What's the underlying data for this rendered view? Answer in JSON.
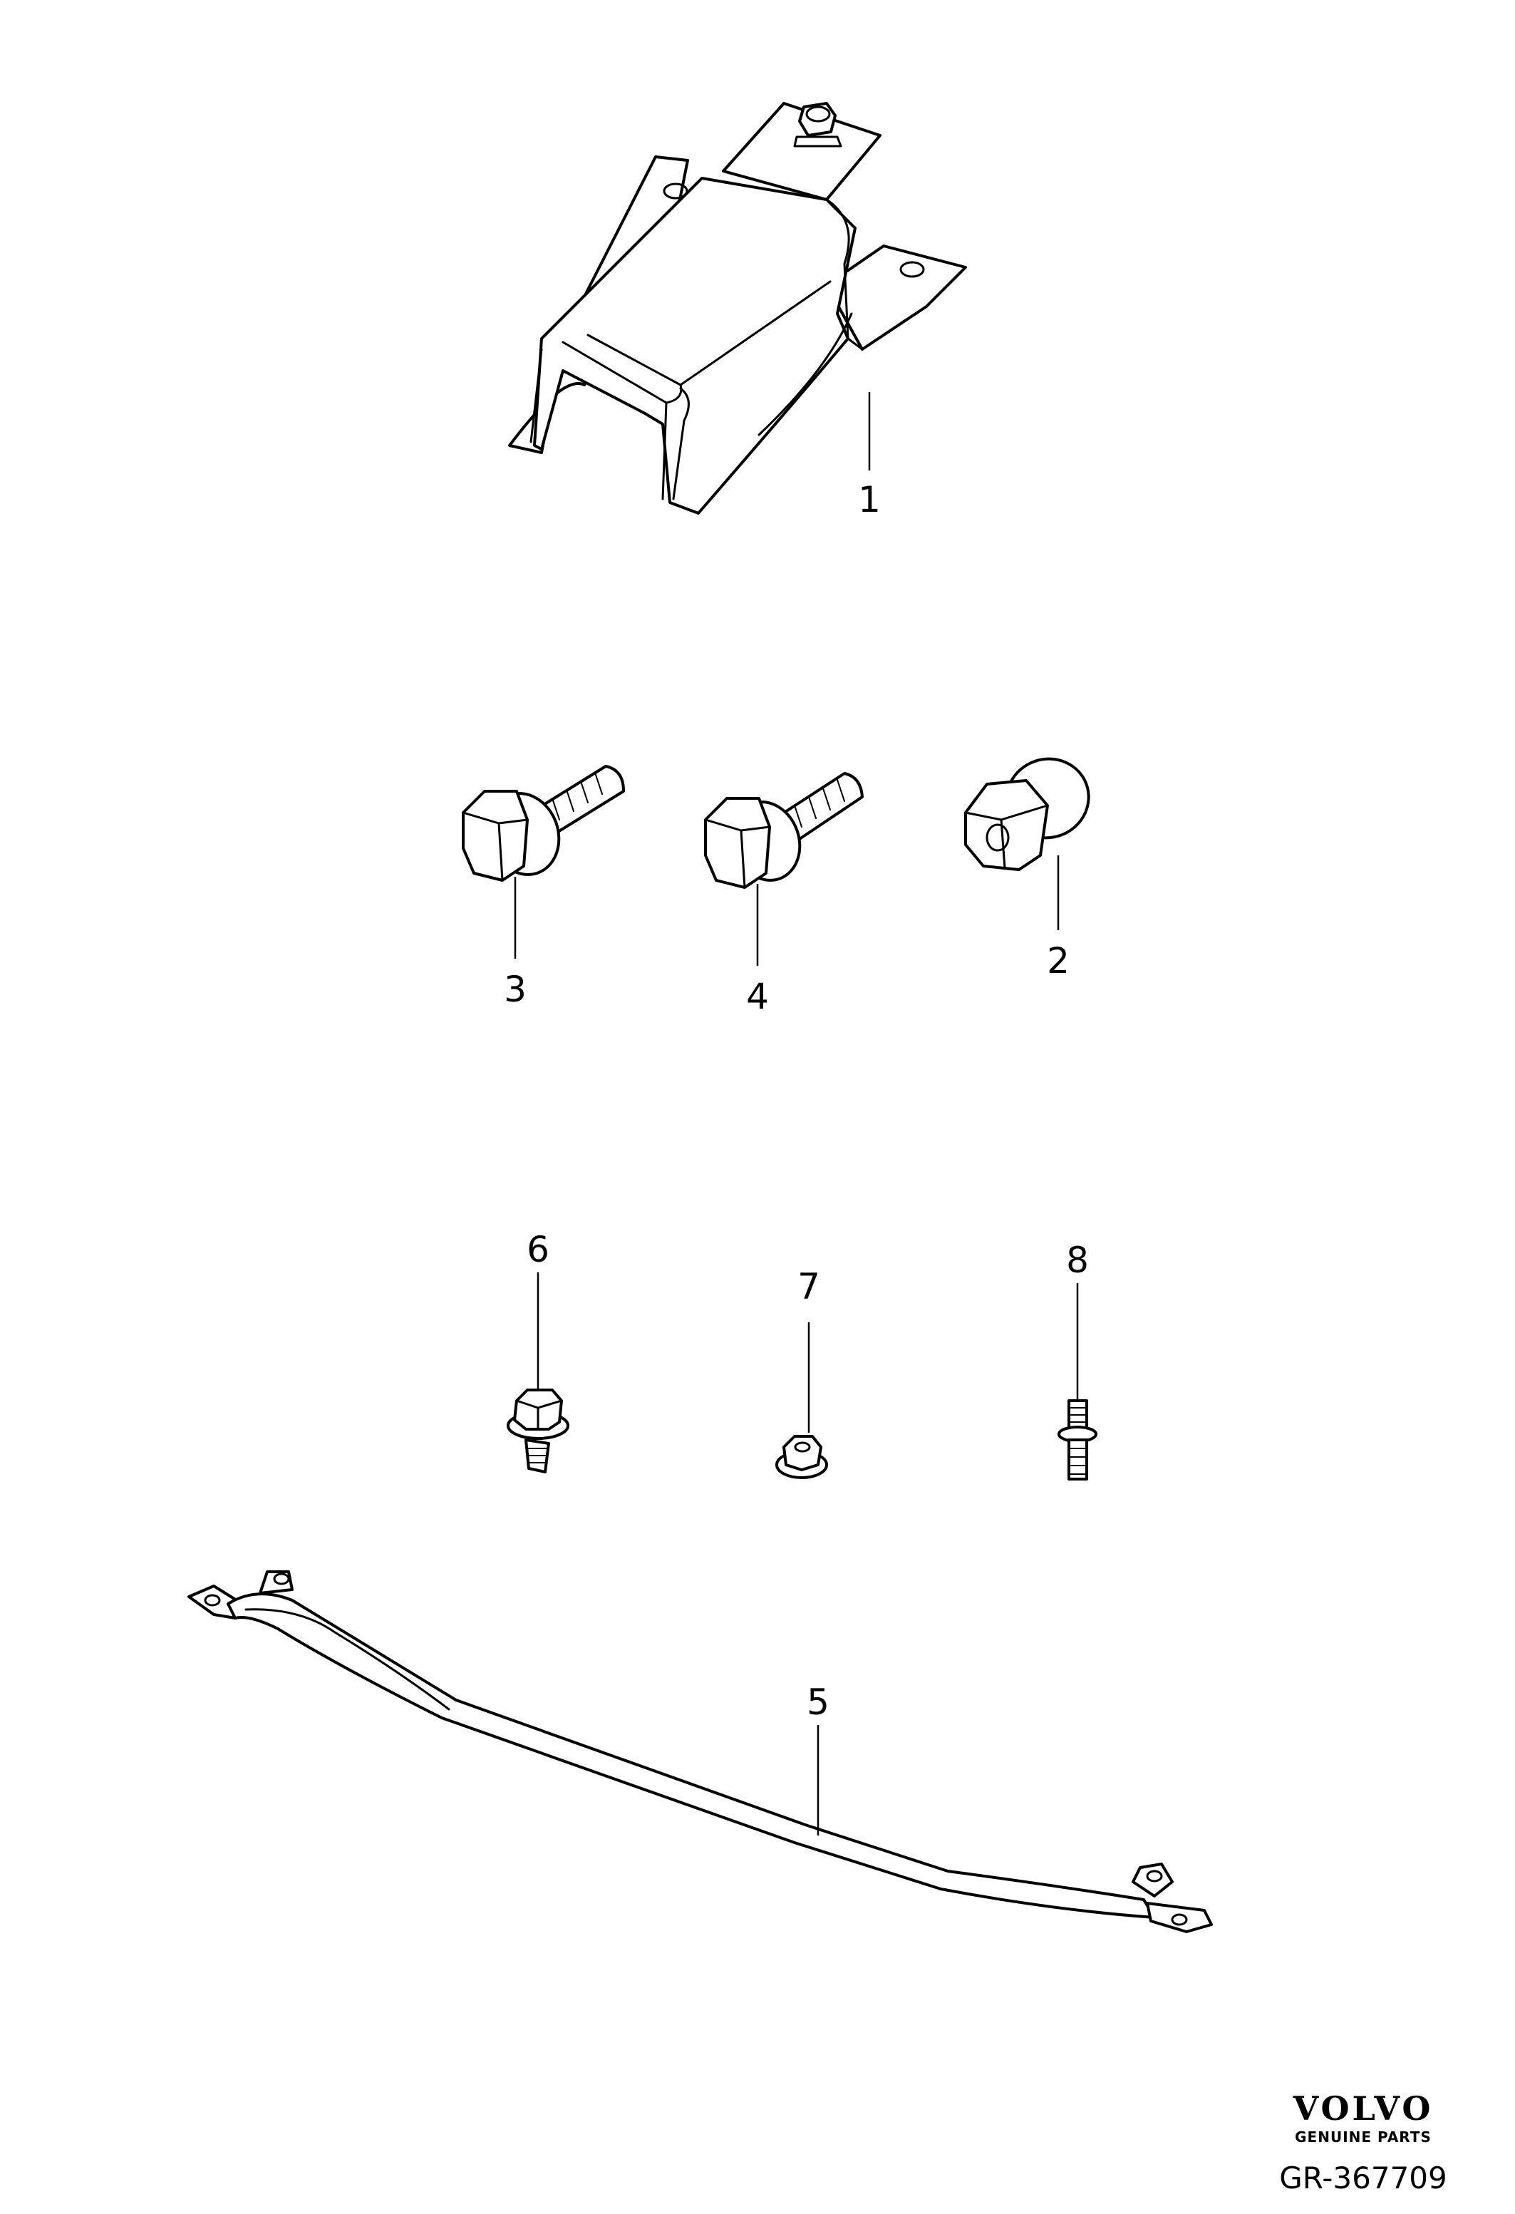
{
  "callouts": {
    "p1": "1",
    "p2": "2",
    "p3": "3",
    "p4": "4",
    "p5": "5",
    "p6": "6",
    "p7": "7",
    "p8": "8"
  },
  "brand": {
    "logo": "VOLVO",
    "tagline": "GENUINE PARTS"
  },
  "reference": "GR-367709"
}
